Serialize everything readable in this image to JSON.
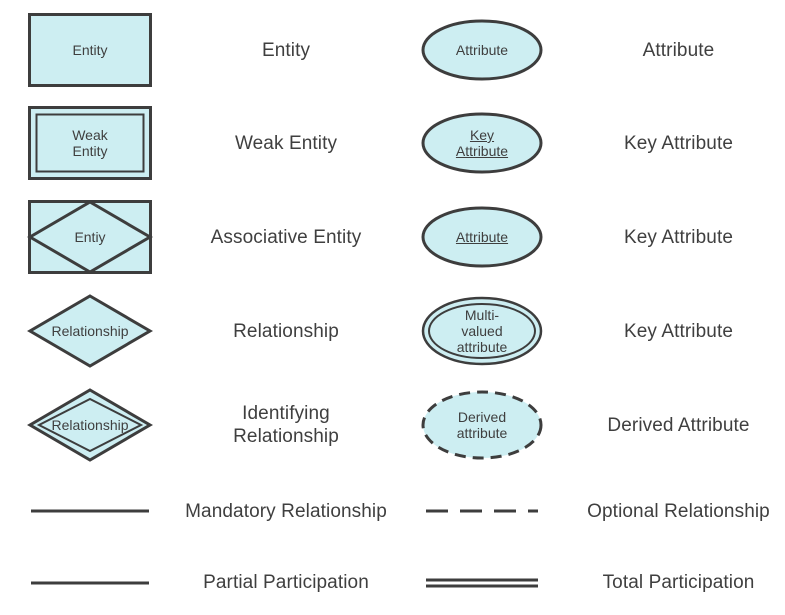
{
  "theme": {
    "fill": "#cdeef2",
    "stroke": "#3d3d3d",
    "text": "#3f3f3f",
    "background": "#ffffff"
  },
  "rows": [
    {
      "left": {
        "shape": "rectangle",
        "shape_text": "Entity",
        "underline": false,
        "name": "entity-shape"
      },
      "left_label": "Entity",
      "right": {
        "shape": "ellipse",
        "shape_text": "Attribute",
        "underline": false,
        "name": "attribute-shape"
      },
      "right_label": "Attribute"
    },
    {
      "left": {
        "shape": "double-rectangle",
        "shape_text": "Weak Entity",
        "underline": false,
        "name": "weak-entity-shape"
      },
      "left_label": "Weak Entity",
      "right": {
        "shape": "ellipse",
        "shape_text": "Key Attribute",
        "underline": true,
        "name": "key-attribute-shape"
      },
      "right_label": "Key Attribute"
    },
    {
      "left": {
        "shape": "rectangle-diamond",
        "shape_text": "Entiy",
        "underline": false,
        "name": "associative-entity-shape"
      },
      "left_label": "Associative Entity",
      "right": {
        "shape": "ellipse",
        "shape_text": "Attribute",
        "underline": true,
        "name": "key-attribute-shape-2"
      },
      "right_label": "Key Attribute"
    },
    {
      "left": {
        "shape": "diamond",
        "shape_text": "Relationship",
        "underline": false,
        "name": "relationship-shape"
      },
      "left_label": "Relationship",
      "right": {
        "shape": "double-ellipse",
        "shape_text": "Multi-valued\nattribute",
        "underline": false,
        "name": "multivalued-attribute-shape"
      },
      "right_label": "Key Attribute"
    },
    {
      "left": {
        "shape": "double-diamond",
        "shape_text": "Relationship",
        "underline": false,
        "name": "identifying-relationship-shape"
      },
      "left_label": "Identifying\nRelationship",
      "right": {
        "shape": "dashed-ellipse",
        "shape_text": "Derived\nattribute",
        "underline": false,
        "name": "derived-attribute-shape"
      },
      "right_label": "Derived Attribute"
    },
    {
      "left": {
        "shape": "solid-line",
        "shape_text": "",
        "underline": false,
        "name": "mandatory-relationship-line"
      },
      "left_label": "Mandatory Relationship",
      "right": {
        "shape": "dashed-line",
        "shape_text": "",
        "underline": false,
        "name": "optional-relationship-line"
      },
      "right_label": "Optional Relationship"
    },
    {
      "left": {
        "shape": "solid-line",
        "shape_text": "",
        "underline": false,
        "name": "partial-participation-line"
      },
      "left_label": "Partial Participation",
      "right": {
        "shape": "double-line",
        "shape_text": "",
        "underline": false,
        "name": "total-participation-line"
      },
      "right_label": "Total Participation"
    }
  ]
}
